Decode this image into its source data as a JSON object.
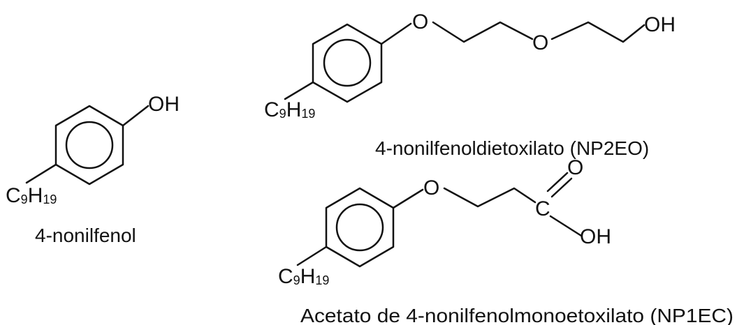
{
  "molecules": {
    "nonylphenol": {
      "name": "4-nonilfenol",
      "substituent": "OH",
      "alkyl_c": "C",
      "alkyl_c_sub": "9",
      "alkyl_h": "H",
      "alkyl_h_sub": "19"
    },
    "np2eo": {
      "name": "4-nonilfenoldietoxilato (NP2EO)",
      "ether_o1": "O",
      "ether_o2": "O",
      "terminal": "OH",
      "alkyl_c": "C",
      "alkyl_c_sub": "9",
      "alkyl_h": "H",
      "alkyl_h_sub": "19"
    },
    "np1ec": {
      "name": "Acetato de 4-nonilfenolmonoetoxilato (NP1EC)",
      "ether_o": "O",
      "carbonyl_c": "C",
      "carbonyl_o": "O",
      "hydroxyl": "OH",
      "alkyl_c": "C",
      "alkyl_c_sub": "9",
      "alkyl_h": "H",
      "alkyl_h_sub": "19"
    }
  }
}
